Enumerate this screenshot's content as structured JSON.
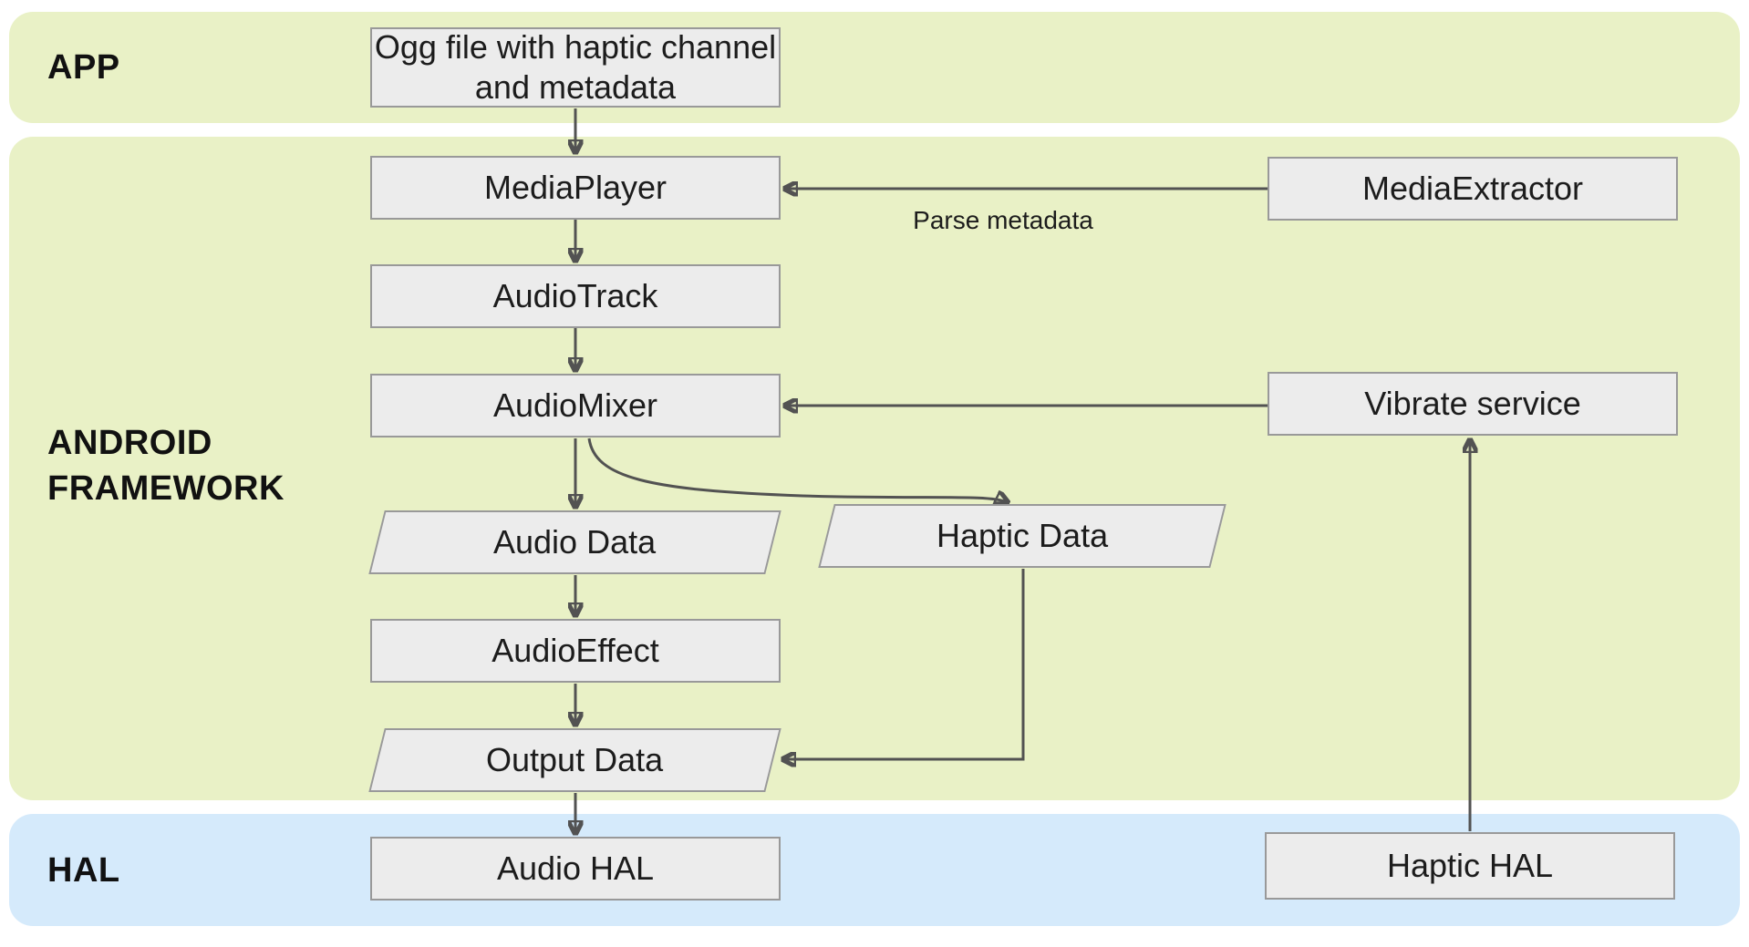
{
  "diagram": {
    "title_implied": "Ogg haptic playback data flow",
    "bands": [
      {
        "id": "app",
        "label": "APP",
        "color": "#e9f1c6"
      },
      {
        "id": "framework",
        "label": "ANDROID\nFRAMEWORK",
        "color": "#e9f1c6"
      },
      {
        "id": "hal",
        "label": "HAL",
        "color": "#d5eafb"
      }
    ],
    "nodes": {
      "ogg": {
        "label": "Ogg file with haptic channel and metadata",
        "shape": "rect",
        "band": "app"
      },
      "mediaplayer": {
        "label": "MediaPlayer",
        "shape": "rect",
        "band": "framework"
      },
      "audiotrack": {
        "label": "AudioTrack",
        "shape": "rect",
        "band": "framework"
      },
      "audiomixer": {
        "label": "AudioMixer",
        "shape": "rect",
        "band": "framework"
      },
      "audiodata": {
        "label": "Audio Data",
        "shape": "parallelogram",
        "band": "framework"
      },
      "audioeffect": {
        "label": "AudioEffect",
        "shape": "rect",
        "band": "framework"
      },
      "outputdata": {
        "label": "Output Data",
        "shape": "parallelogram",
        "band": "framework"
      },
      "audiohal": {
        "label": "Audio HAL",
        "shape": "rect",
        "band": "hal"
      },
      "mediaextractor": {
        "label": "MediaExtractor",
        "shape": "rect",
        "band": "framework"
      },
      "vibrateservice": {
        "label": "Vibrate service",
        "shape": "rect",
        "band": "framework"
      },
      "hapticdata": {
        "label": "Haptic Data",
        "shape": "parallelogram",
        "band": "framework"
      },
      "haptichal": {
        "label": "Haptic HAL",
        "shape": "rect",
        "band": "hal"
      }
    },
    "edges": [
      {
        "from": "ogg",
        "to": "mediaplayer"
      },
      {
        "from": "mediaplayer",
        "to": "audiotrack"
      },
      {
        "from": "audiotrack",
        "to": "audiomixer"
      },
      {
        "from": "audiomixer",
        "to": "audiodata"
      },
      {
        "from": "audiodata",
        "to": "audioeffect"
      },
      {
        "from": "audioeffect",
        "to": "outputdata"
      },
      {
        "from": "outputdata",
        "to": "audiohal"
      },
      {
        "from": "mediaextractor",
        "to": "mediaplayer",
        "label": "Parse metadata"
      },
      {
        "from": "vibrateservice",
        "to": "audiomixer"
      },
      {
        "from": "audiomixer",
        "to": "hapticdata",
        "style": "curved"
      },
      {
        "from": "hapticdata",
        "to": "outputdata",
        "style": "elbow"
      },
      {
        "from": "haptichal",
        "to": "vibrateservice"
      }
    ],
    "colors": {
      "band_green": "#e9f1c6",
      "band_blue": "#d5eafb",
      "node_fill": "#ececec",
      "node_border": "#999999",
      "arrow": "#525252",
      "text": "#1c1c1c"
    }
  }
}
